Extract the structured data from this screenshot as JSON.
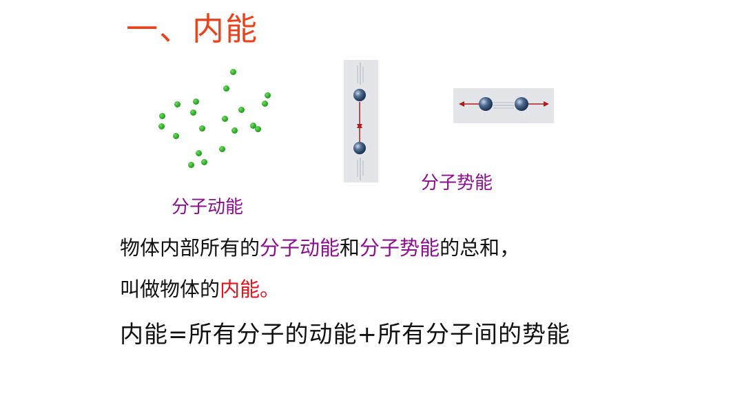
{
  "title": "一、内能",
  "labels": {
    "kinetic": "分子动能",
    "potential": "分子势能"
  },
  "definition": {
    "part1": "物体内部所有的",
    "kinetic": "分子动能",
    "and": "和",
    "potential": "分子势能",
    "part2": "的总和，",
    "line2_prefix": "叫做物体的",
    "term": "内能",
    "period": "。"
  },
  "formula": "内能=所有分子的动能+所有分子间的势能",
  "colors": {
    "title": "#e8431d",
    "highlight_purple": "#8b0f8f",
    "highlight_red": "#e3141b",
    "molecule_green": "#1d9a1a",
    "molecule_blue": "#2e4b72",
    "arrow": "#b01a1a"
  }
}
